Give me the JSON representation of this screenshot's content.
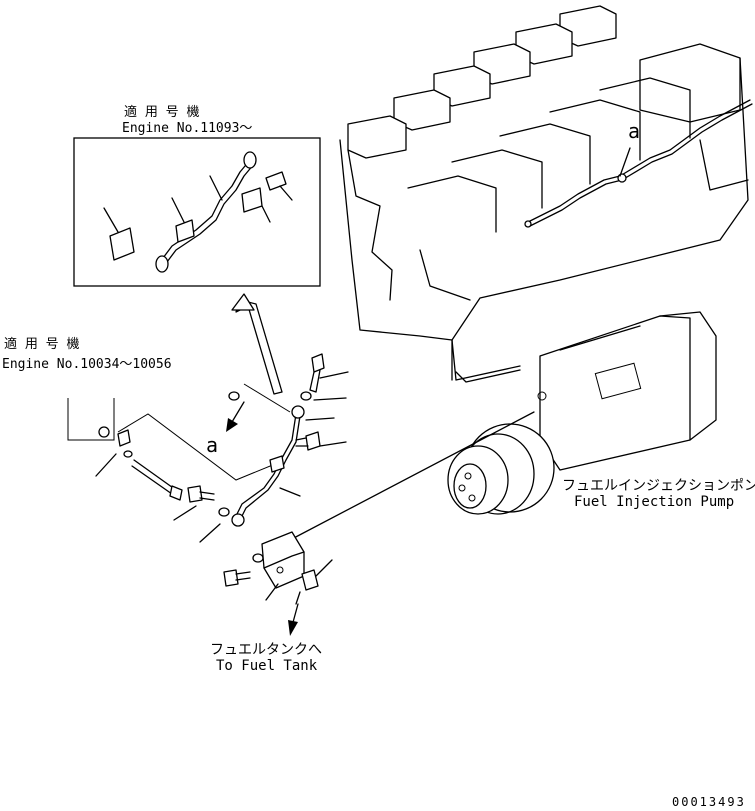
{
  "labels": {
    "inset_applicable_jp": "適 用 号 機",
    "inset_engine_no": "Engine No.11093～",
    "left_applicable_jp": "適 用 号 機",
    "left_engine_no": "Engine No.10034～10056",
    "pump_jp": "フュエルインジェクションポンプ",
    "pump_en": "Fuel Injection Pump",
    "tank_jp": "フュエルタンクへ",
    "tank_en": "To Fuel Tank",
    "ref_a_engine": "a",
    "ref_a_left": "a",
    "drawing_no": "00013493"
  }
}
